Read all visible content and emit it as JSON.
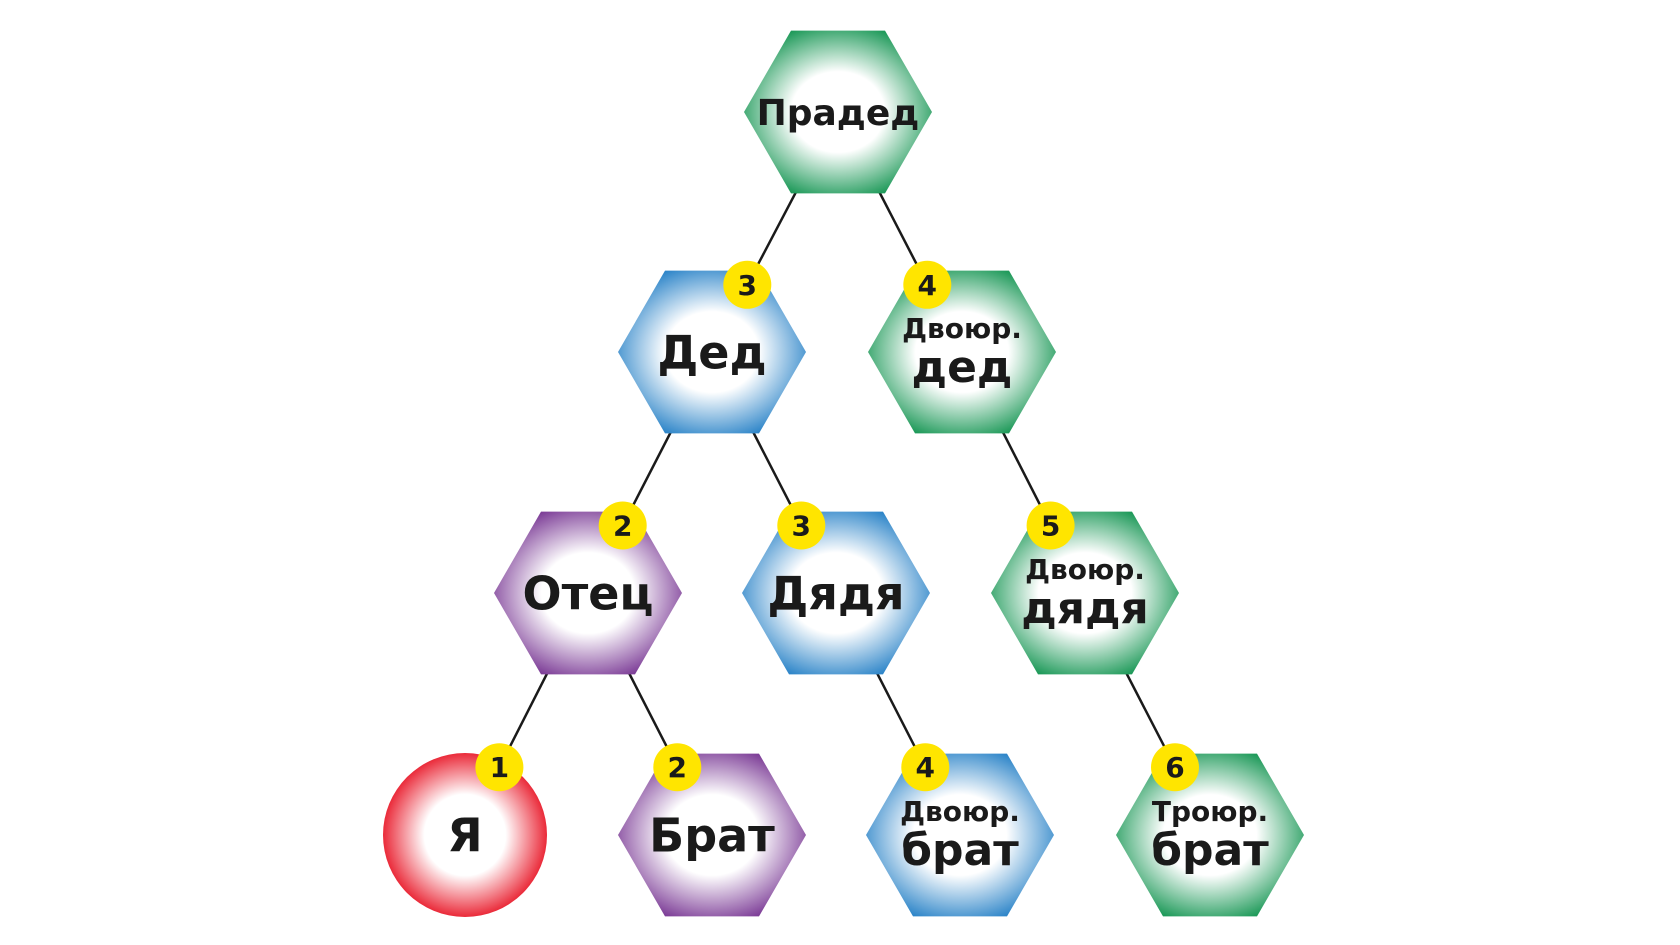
{
  "colors": {
    "green": "#1f9a5a",
    "blue": "#2f86c9",
    "purple": "#7e3f98",
    "red": "#e60012",
    "badge": "#ffe500",
    "edge": "#1a1a1a"
  },
  "nodes": [
    {
      "id": "praded",
      "color": "green",
      "shape": "hexagon",
      "lines": [
        "Прадед"
      ]
    },
    {
      "id": "ded",
      "color": "blue",
      "shape": "hexagon",
      "lines": [
        "Дед"
      ]
    },
    {
      "id": "dvoyur-ded",
      "color": "green",
      "shape": "hexagon",
      "lines": [
        "Двоюр.",
        "дед"
      ]
    },
    {
      "id": "otec",
      "color": "purple",
      "shape": "hexagon",
      "lines": [
        "Отец"
      ]
    },
    {
      "id": "dyadya",
      "color": "blue",
      "shape": "hexagon",
      "lines": [
        "Дядя"
      ]
    },
    {
      "id": "dvoyur-dyadya",
      "color": "green",
      "shape": "hexagon",
      "lines": [
        "Двоюр.",
        "дядя"
      ]
    },
    {
      "id": "ya",
      "color": "red",
      "shape": "circle",
      "lines": [
        "Я"
      ]
    },
    {
      "id": "brat",
      "color": "purple",
      "shape": "hexagon",
      "lines": [
        "Брат"
      ]
    },
    {
      "id": "dvoyur-brat",
      "color": "blue",
      "shape": "hexagon",
      "lines": [
        "Двоюр.",
        "брат"
      ]
    },
    {
      "id": "troyur-brat",
      "color": "green",
      "shape": "hexagon",
      "lines": [
        "Троюр.",
        "брат"
      ]
    }
  ],
  "edges": [
    {
      "from": "praded",
      "to": "ded",
      "badge": "3"
    },
    {
      "from": "praded",
      "to": "dvoyur-ded",
      "badge": "4"
    },
    {
      "from": "ded",
      "to": "otec",
      "badge": "2"
    },
    {
      "from": "ded",
      "to": "dyadya",
      "badge": "3"
    },
    {
      "from": "dvoyur-ded",
      "to": "dvoyur-dyadya",
      "badge": "5"
    },
    {
      "from": "otec",
      "to": "ya",
      "badge": "1"
    },
    {
      "from": "otec",
      "to": "brat",
      "badge": "2"
    },
    {
      "from": "dyadya",
      "to": "dvoyur-brat",
      "badge": "4"
    },
    {
      "from": "dvoyur-dyadya",
      "to": "troyur-brat",
      "badge": "6"
    }
  ]
}
